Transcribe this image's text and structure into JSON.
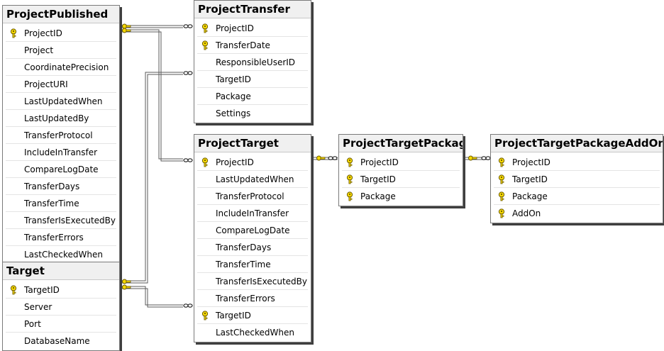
{
  "tables": {
    "project_published": {
      "title": "ProjectPublished",
      "columns": [
        {
          "name": "ProjectID",
          "key": true
        },
        {
          "name": "Project",
          "key": false
        },
        {
          "name": "CoordinatePrecision",
          "key": false
        },
        {
          "name": "ProjectURI",
          "key": false
        },
        {
          "name": "LastUpdatedWhen",
          "key": false
        },
        {
          "name": "LastUpdatedBy",
          "key": false
        },
        {
          "name": "TransferProtocol",
          "key": false
        },
        {
          "name": "IncludeInTransfer",
          "key": false
        },
        {
          "name": "CompareLogDate",
          "key": false
        },
        {
          "name": "TransferDays",
          "key": false
        },
        {
          "name": "TransferTime",
          "key": false
        },
        {
          "name": "TransferIsExecutedBy",
          "key": false
        },
        {
          "name": "TransferErrors",
          "key": false
        },
        {
          "name": "LastCheckedWhen",
          "key": false
        }
      ]
    },
    "target": {
      "title": "Target",
      "columns": [
        {
          "name": "TargetID",
          "key": true
        },
        {
          "name": "Server",
          "key": false
        },
        {
          "name": "Port",
          "key": false
        },
        {
          "name": "DatabaseName",
          "key": false
        }
      ]
    },
    "project_transfer": {
      "title": "ProjectTransfer",
      "columns": [
        {
          "name": "ProjectID",
          "key": true
        },
        {
          "name": "TransferDate",
          "key": true
        },
        {
          "name": "ResponsibleUserID",
          "key": false
        },
        {
          "name": "TargetID",
          "key": false
        },
        {
          "name": "Package",
          "key": false
        },
        {
          "name": "Settings",
          "key": false
        }
      ]
    },
    "project_target": {
      "title": "ProjectTarget",
      "columns": [
        {
          "name": "ProjectID",
          "key": true
        },
        {
          "name": "LastUpdatedWhen",
          "key": false
        },
        {
          "name": "TransferProtocol",
          "key": false
        },
        {
          "name": "IncludeInTransfer",
          "key": false
        },
        {
          "name": "CompareLogDate",
          "key": false
        },
        {
          "name": "TransferDays",
          "key": false
        },
        {
          "name": "TransferTime",
          "key": false
        },
        {
          "name": "TransferIsExecutedBy",
          "key": false
        },
        {
          "name": "TransferErrors",
          "key": false
        },
        {
          "name": "TargetID",
          "key": true
        },
        {
          "name": "LastCheckedWhen",
          "key": false
        }
      ]
    },
    "project_target_package": {
      "title": "ProjectTargetPackage",
      "columns": [
        {
          "name": "ProjectID",
          "key": true
        },
        {
          "name": "TargetID",
          "key": true
        },
        {
          "name": "Package",
          "key": true
        }
      ]
    },
    "project_target_package_addon": {
      "title": "ProjectTargetPackageAddOn",
      "columns": [
        {
          "name": "ProjectID",
          "key": true
        },
        {
          "name": "TargetID",
          "key": true
        },
        {
          "name": "Package",
          "key": true
        },
        {
          "name": "AddOn",
          "key": true
        }
      ]
    }
  },
  "colors": {
    "key_fill": "#f5d800",
    "key_stroke": "#6b5a00",
    "relationship_line": "#5a5a5a"
  },
  "icons": {
    "primary_key": "key-icon",
    "one_end": "key-connector-icon",
    "many_end": "infinity-connector-icon"
  }
}
